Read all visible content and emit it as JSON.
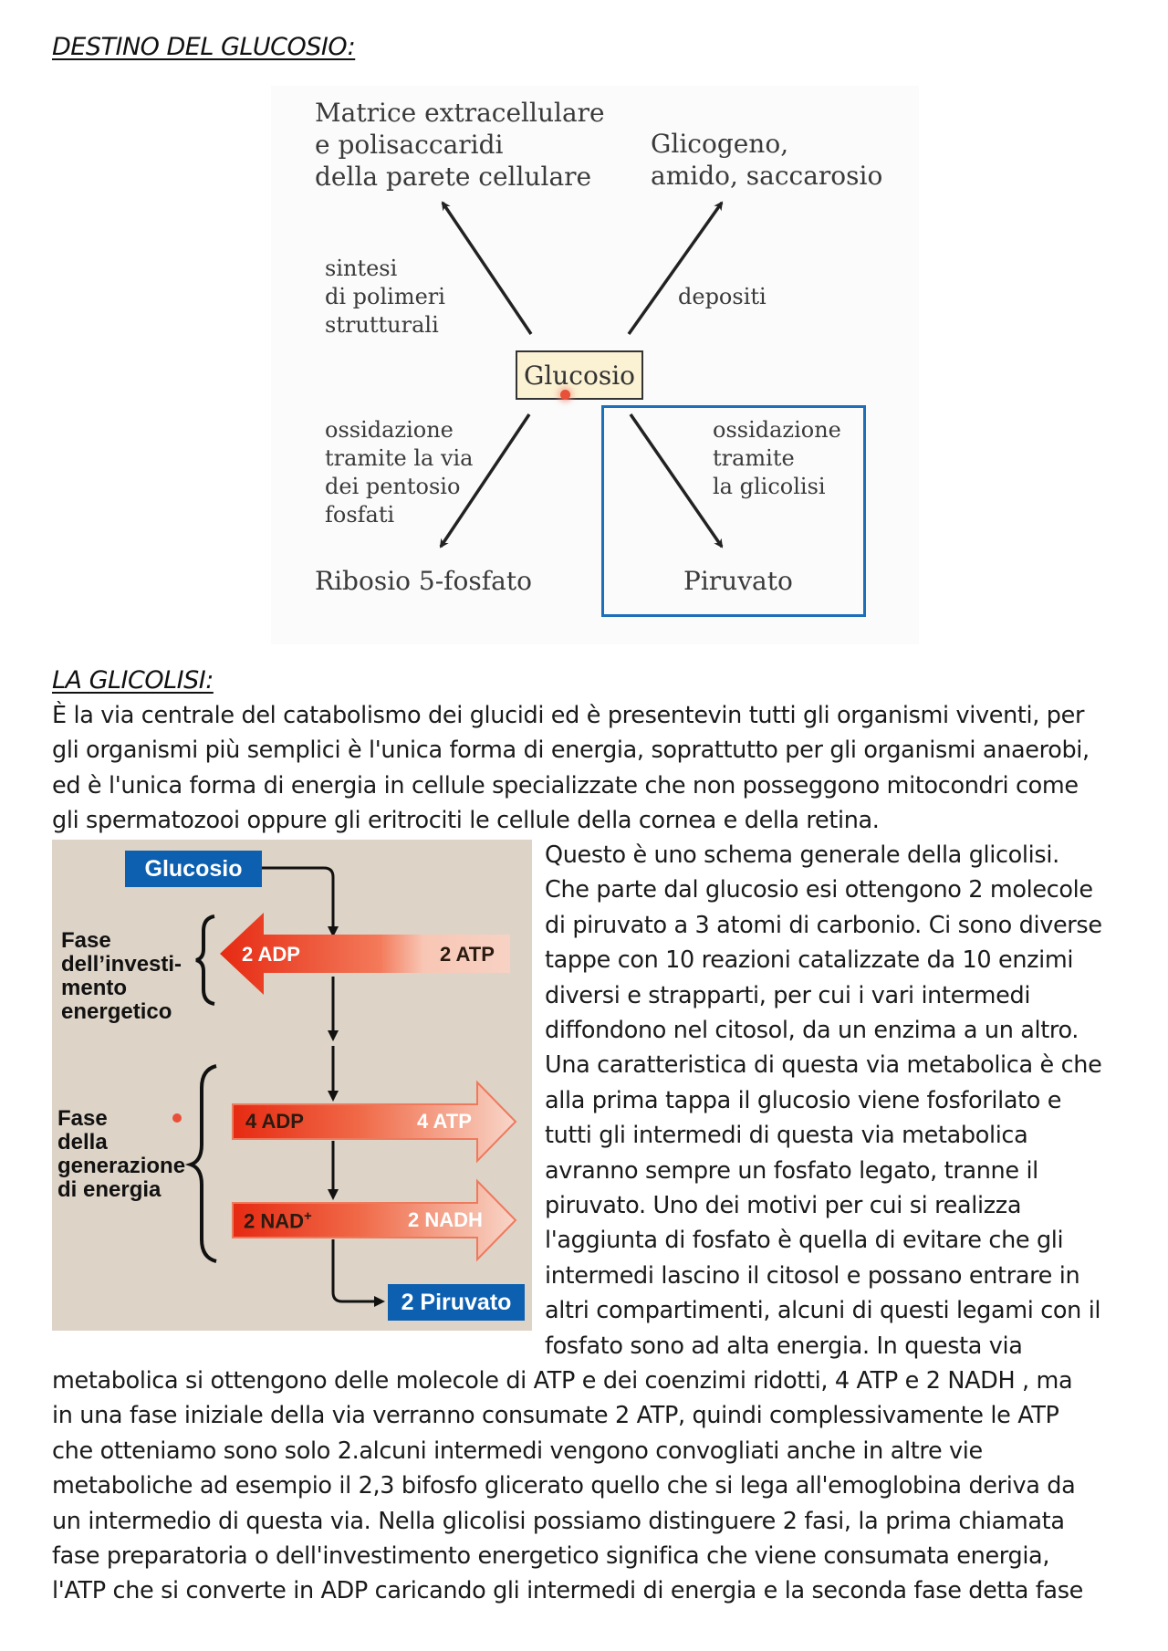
{
  "headings": {
    "destino": "DESTINO DEL GLUCOSIO:",
    "glicolisi": "LA GLICOLISI:"
  },
  "diagram_fate": {
    "top_left_target": [
      "Matrice extracellulare",
      "e polisaccaridi",
      "della parete cellulare"
    ],
    "top_left_process": [
      "sintesi",
      "di polimeri",
      "strutturali"
    ],
    "top_right_target": [
      "Glicogeno,",
      "amido, saccarosio"
    ],
    "top_right_process": "depositi",
    "center": "Glucosio",
    "bottom_left_process": [
      "ossidazione",
      "tramite la via",
      "dei pentosio",
      "fosfati"
    ],
    "bottom_left_target": "Ribosio 5-fosfato",
    "bottom_right_process": [
      "ossidazione",
      "tramite",
      "la glicolisi"
    ],
    "bottom_right_target": "Piruvato",
    "colors": {
      "box_fill": "#fbf1d3",
      "highlight_border": "#1d6fb8"
    }
  },
  "intro_lines": [
    "È la via centrale del catabolismo dei glucidi ed è presentevin tutti gli organismi viventi, per",
    "gli organismi più semplici è l'unica forma di energia, soprattutto per gli organismi anaerobi,",
    "ed è l'unica forma di energia in cellule specializzate che non posseggono mitocondri come",
    "gli spermatozooi oppure gli eritrociti le cellule della cornea e della retina."
  ],
  "diagram_glycolysis": {
    "start": "Glucosio",
    "phase1": [
      "Fase",
      "dell’investi-",
      "mento",
      "energetico"
    ],
    "phase2": [
      "Fase",
      "della",
      "generazione",
      "di energia"
    ],
    "arrow1_left": "2 ADP",
    "arrow1_right": "2 ATP",
    "arrow2_left": "4 ADP",
    "arrow2_right": "4 ATP",
    "arrow3_left": "2 NAD",
    "arrow3_sup": "+",
    "arrow3_right": "2 NADH",
    "end": "2 Piruvato",
    "colors": {
      "button": "#0d5fb0",
      "arrow_red": "#e8321e",
      "arrow_light": "#f6c2b0",
      "background": "#ddd3c6"
    }
  },
  "side_lines": [
    "Questo è uno schema generale della glicolisi.",
    "Che parte dal glucosio esi ottengono 2 molecole",
    "di piruvato a 3 atomi di carbonio. Ci sono diverse",
    "tappe con 10 reazioni catalizzate da 10 enzimi",
    "diversi e strapparti, per cui i vari intermedi",
    "diffondono nel citosol, da un enzima a un altro.",
    "Una caratteristica di questa via metabolica è che",
    "alla prima tappa il glucosio viene fosforilato e",
    "tutti gli intermedi di questa via metabolica",
    "avranno sempre un fosfato legato, tranne il",
    "piruvato. Uno dei motivi per cui si realizza",
    "l'aggiunta di fosfato è quella di evitare che gli",
    "intermedi lascino il citosol e possano entrare in",
    "altri compartimenti, alcuni di questi legami con il",
    "fosfato sono ad alta energia. In questa via"
  ],
  "bottom_lines": [
    "metabolica si ottengono delle molecole di ATP e dei coenzimi ridotti, 4 ATP e 2 NADH , ma",
    "in una fase iniziale della via verranno consumate 2 ATP, quindi complessivamente le ATP",
    "che otteniamo sono solo 2.alcuni intermedi vengono convogliati anche in altre vie",
    "metaboliche ad esempio il 2,3 bifosfo glicerato quello che si lega all'emoglobina deriva da",
    "un intermedio di questa via. Nella glicolisi possiamo distinguere 2 fasi, la prima chiamata",
    "fase preparatoria o dell'investimento energetico significa che viene consumata energia,",
    "l'ATP che si converte in ADP caricando gli intermedi di energia e la seconda fase detta fase"
  ]
}
